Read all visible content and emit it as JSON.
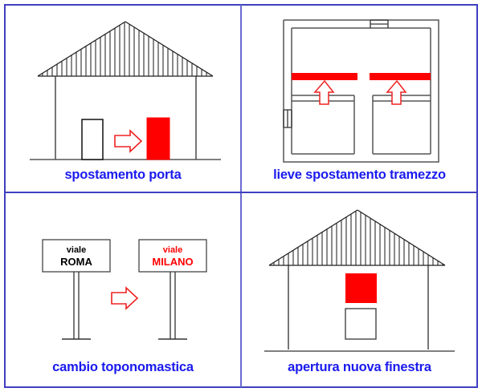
{
  "figure": {
    "title_bar_present": false,
    "colors": {
      "frame_blue": "#3f3fbf",
      "caption_blue": "#1a1aee",
      "highlight_red": "#ff0000",
      "arrow_red": "#ee2222",
      "line_gray": "#555555",
      "line_black": "#000000"
    }
  },
  "panels": [
    {
      "id": "spostamento-porta",
      "caption": "spostamento porta",
      "kind": "house-elevation",
      "elements": {
        "existing_door": "white rectangle outline",
        "new_door": "solid red rectangle",
        "arrow": "right-pointing red outline arrow",
        "roof": "hatched gable roof"
      }
    },
    {
      "id": "lieve-spostamento-tramezzo",
      "caption": "lieve spostamento tramezzo",
      "kind": "floor-plan",
      "elements": {
        "new_partition_left": "solid red bar",
        "new_partition_right": "solid red bar",
        "arrow_left": "up-pointing red outline arrow",
        "arrow_right": "up-pointing red outline arrow",
        "window_top": "window symbol in top wall",
        "window_left": "window symbol in left wall"
      }
    },
    {
      "id": "cambio-toponomastica",
      "caption": "cambio toponomastica",
      "kind": "street-signs",
      "signs": [
        {
          "line1": "viale",
          "line2": "ROMA",
          "color": "#000000"
        },
        {
          "line1": "viale",
          "line2": "MILANO",
          "color": "#ff0000"
        }
      ],
      "arrow": "right-pointing red outline arrow"
    },
    {
      "id": "apertura-nuova-finestra",
      "caption": "apertura nuova finestra",
      "kind": "house-elevation",
      "elements": {
        "new_window": "solid red square",
        "existing_window": "white square outline",
        "roof": "hatched gable roof"
      }
    }
  ]
}
